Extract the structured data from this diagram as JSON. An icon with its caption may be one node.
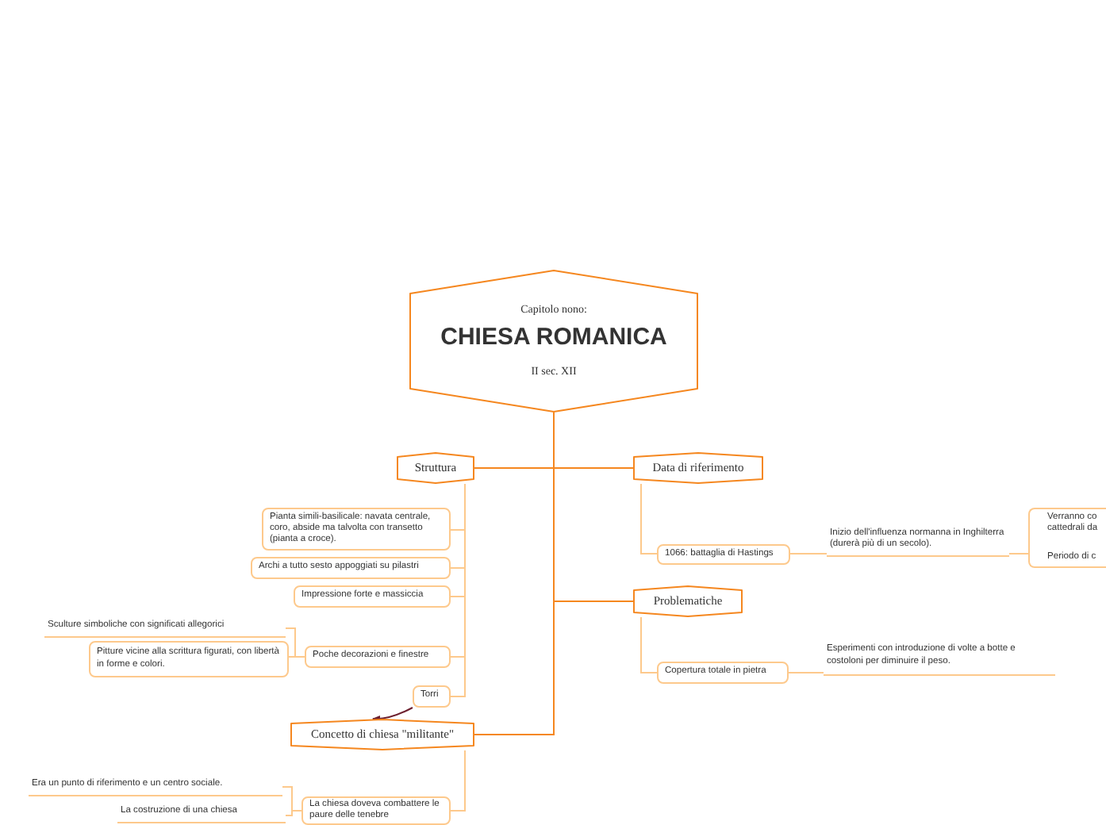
{
  "diagram": {
    "nodes": [
      {
        "text": [
          "Capitolo nono:",
          "CHIESA ROMANICA",
          "II sec. XII"
        ]
      },
      {
        "text": [
          "Struttura"
        ]
      },
      {
        "text": [
          "Pianta simili-basilicale: navata centrale, coro, abside ma talvolta con transetto (pianta a croce)."
        ]
      },
      {
        "text": [
          "Archi a tutto sesto appoggiati su pilastri"
        ]
      },
      {
        "text": [
          "Impressione forte e massiccia"
        ]
      },
      {
        "text": [
          "Poche decorazioni e finestre"
        ]
      },
      {
        "text": [
          "Sculture simboliche con significati allegorici"
        ]
      },
      {
        "text": [
          "Pitture vicine alla scrittura figurati, con libertà in forme e colori."
        ]
      },
      {
        "text": [
          "Torri"
        ]
      },
      {
        "text": [
          "Concetto di chiesa \"militante\""
        ]
      },
      {
        "text": [
          "La chiesa doveva combattere le paure delle tenebre"
        ]
      },
      {
        "text": [
          "Era un punto di riferimento e un centro sociale."
        ]
      },
      {
        "text": [
          "La costruzione di una chiesa"
        ]
      },
      {
        "text": [
          "Data di riferimento"
        ]
      },
      {
        "text": [
          "1066: battaglia di Hastings"
        ]
      },
      {
        "text": [
          "Inizio dell'influenza normanna in Inghilterra (durerà più di un secolo)."
        ]
      },
      {
        "text": [
          "Verranno co cattedrali da",
          "Periodo di c"
        ]
      },
      {
        "text": [
          "Problematiche"
        ]
      },
      {
        "text": [
          "Copertura totale in pietra"
        ]
      },
      {
        "text": [
          "Esperimenti con introduzione di volte a botte e costoloni per diminuire il peso."
        ]
      }
    ],
    "edges": [
      {
        "from": 0,
        "to": 1,
        "arrow": "none",
        "color": "#f5871f"
      },
      {
        "from": 0,
        "to": 13,
        "arrow": "none",
        "color": "#f5871f"
      },
      {
        "from": 0,
        "to": 17,
        "arrow": "none",
        "color": "#f5871f"
      },
      {
        "from": 0,
        "to": 9,
        "arrow": "none",
        "color": "#f5871f"
      },
      {
        "from": 1,
        "to": 2,
        "arrow": "none"
      },
      {
        "from": 1,
        "to": 3,
        "arrow": "none"
      },
      {
        "from": 1,
        "to": 4,
        "arrow": "none"
      },
      {
        "from": 1,
        "to": 5,
        "arrow": "none"
      },
      {
        "from": 1,
        "to": 8,
        "arrow": "none"
      },
      {
        "from": 5,
        "to": 6,
        "arrow": "none"
      },
      {
        "from": 5,
        "to": 7,
        "arrow": "none"
      },
      {
        "from": 8,
        "to": 9,
        "arrow": "to",
        "color": "#6d1f2e"
      },
      {
        "from": 9,
        "to": 10,
        "arrow": "none"
      },
      {
        "from": 10,
        "to": 11,
        "arrow": "none"
      },
      {
        "from": 10,
        "to": 12,
        "arrow": "none"
      },
      {
        "from": 13,
        "to": 14,
        "arrow": "none"
      },
      {
        "from": 14,
        "to": 15,
        "arrow": "none"
      },
      {
        "from": 15,
        "to": 16,
        "arrow": "none"
      },
      {
        "from": 17,
        "to": 18,
        "arrow": "none"
      },
      {
        "from": 18,
        "to": 19,
        "arrow": "none"
      }
    ]
  }
}
